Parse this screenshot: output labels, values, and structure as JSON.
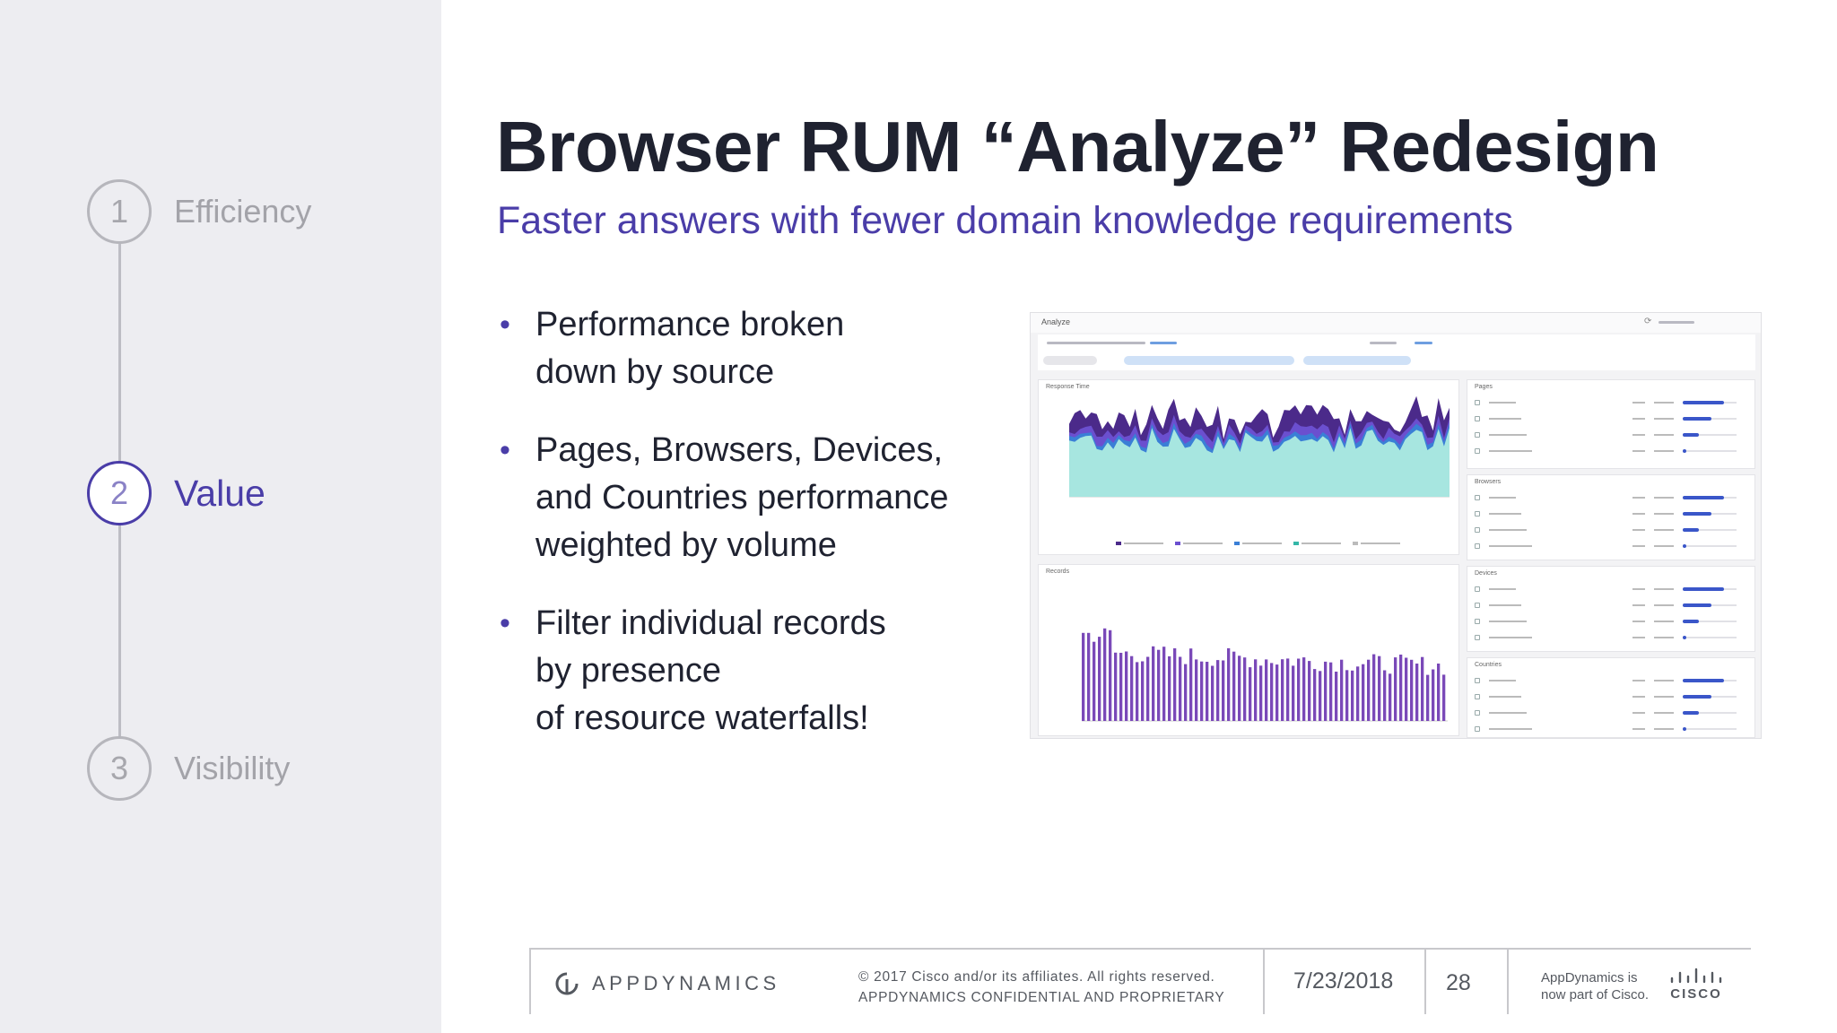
{
  "steps": [
    {
      "number": "1",
      "label": "Efficiency",
      "active": false
    },
    {
      "number": "2",
      "label": "Value",
      "active": true
    },
    {
      "number": "3",
      "label": "Visibility",
      "active": false
    }
  ],
  "title": "Browser RUM “Analyze” Redesign",
  "subtitle": "Faster answers with fewer domain knowledge requirements",
  "bullets": [
    "Performance broken\ndown by source",
    "Pages, Browsers, Devices,\nand Countries performance\nweighted by volume",
    "Filter individual records\nby presence\nof resource waterfalls!"
  ],
  "dashboard": {
    "title": "Analyze",
    "panels": {
      "response_time": "Response Time",
      "records": "Records",
      "pages": "Pages",
      "browsers": "Browsers",
      "devices": "Devices",
      "countries": "Countries"
    }
  },
  "colors": {
    "accent": "#4a3da8",
    "stack_dark": "#4b2a8a",
    "stack_mid": "#6b4fcf",
    "stack_blue": "#3a7fd6",
    "stack_teal": "#a7e6e0",
    "bar": "#7a49b8"
  },
  "footer": {
    "brand": "APPDYNAMICS",
    "copyright": "© 2017 Cisco and/or its affiliates. All rights reserved.",
    "confidential": "APPDYNAMICS CONFIDENTIAL AND PROPRIETARY",
    "date": "7/23/2018",
    "page_number": "28",
    "part_of_line1": "AppDynamics is",
    "part_of_line2": "now part of Cisco.",
    "cisco_logo": "cisco-logo-icon",
    "appd_logo": "appdynamics-logo-icon"
  }
}
